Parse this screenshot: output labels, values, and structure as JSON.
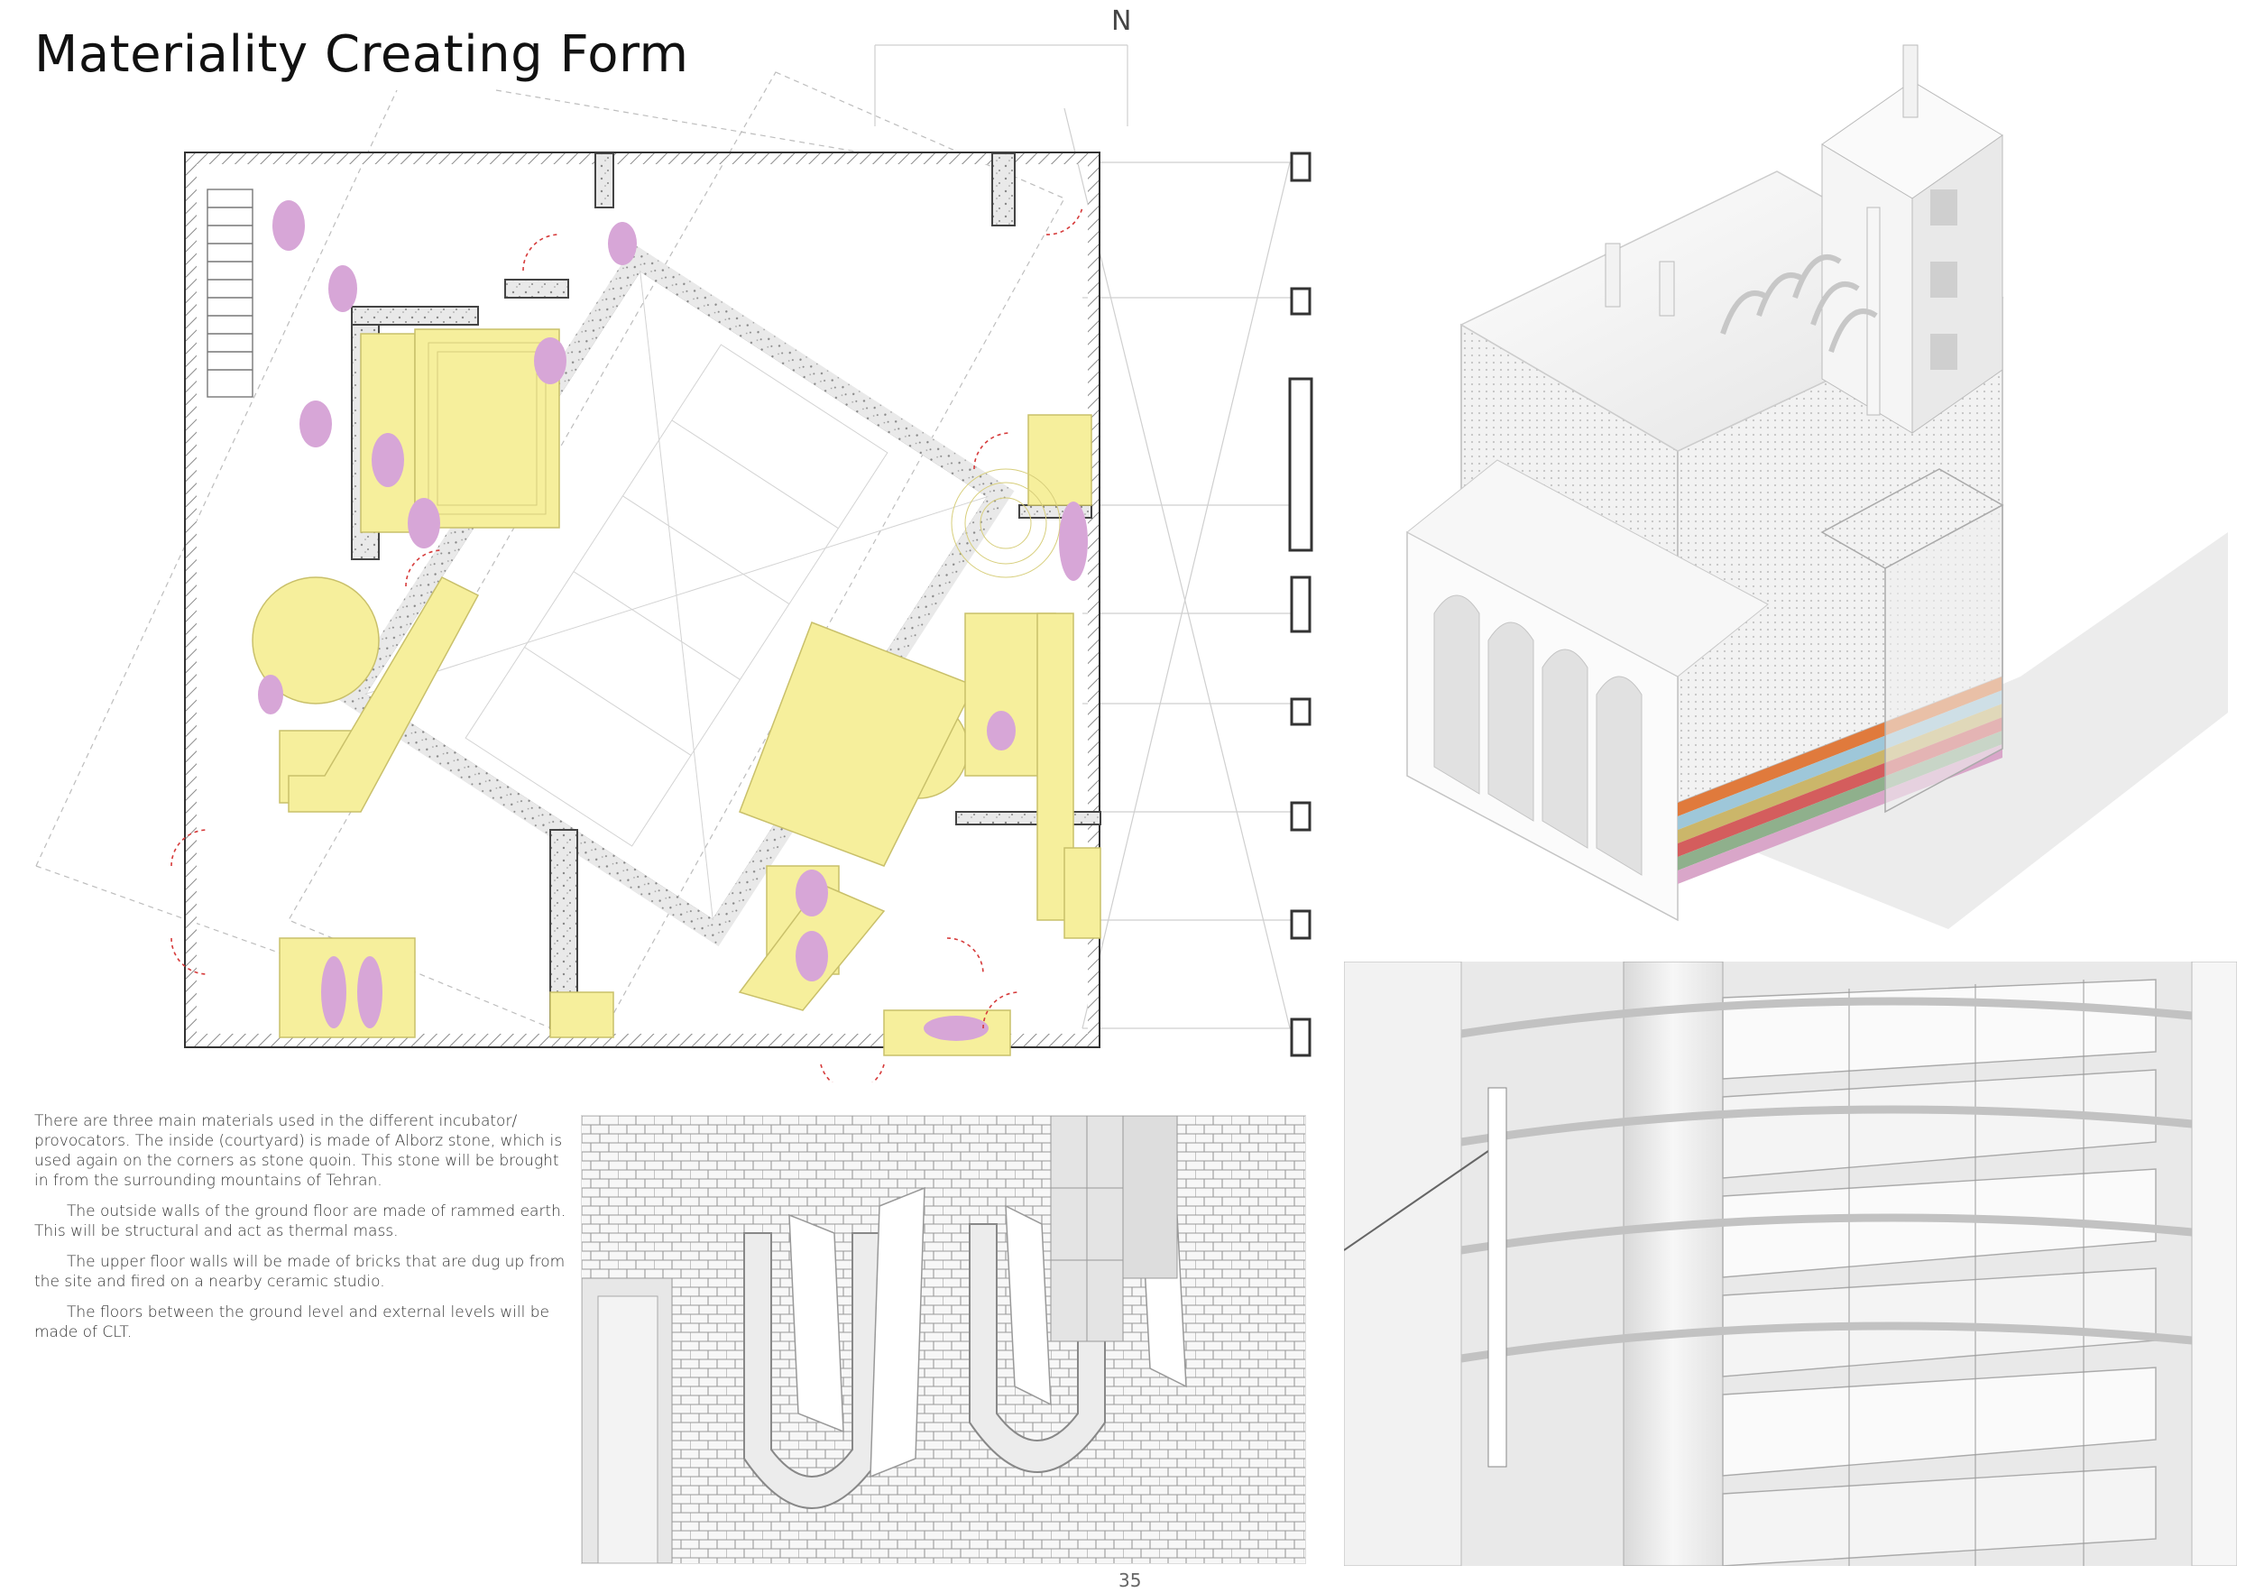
{
  "page": {
    "title": "Materiality Creating Form",
    "north_mark": "N",
    "page_number": "35"
  },
  "description": {
    "paragraphs": [
      "There are three main materials used in the different incubator/ provocators.  The inside (courtyard) is made of Alborz stone, which is used again on the corners as stone quoin. This stone will be brought in from the surrounding mountains of Tehran.",
      "The outside walls of the ground floor are made of rammed earth. This will be structural and act as thermal mass.",
      "The upper floor walls will be made of bricks that are dug up from the site and fired on a nearby ceramic studio.",
      "The floors between the ground level and external levels will be made of CLT."
    ]
  },
  "colors": {
    "furniture": "#f6ef9c",
    "furniture_stroke": "#c9c06a",
    "people": "#d7a6d7",
    "wall": "#3a3a3a",
    "hatch": "#bdbdbd",
    "door_arc": "#d63a3a",
    "model_white": "#f4f4f4",
    "model_shadow": "#dcdcdc",
    "stripe_colors": [
      "#e07a3c",
      "#9ec7d9",
      "#cbb66a",
      "#d45d5d",
      "#8fb08c",
      "#d9a6c9"
    ]
  },
  "drawings": {
    "plan": "ground-floor-plan",
    "axonometric": "building-axonometric",
    "brick_detail": "brick-arch-detail",
    "stair_detail": "stair-tower-detail"
  }
}
